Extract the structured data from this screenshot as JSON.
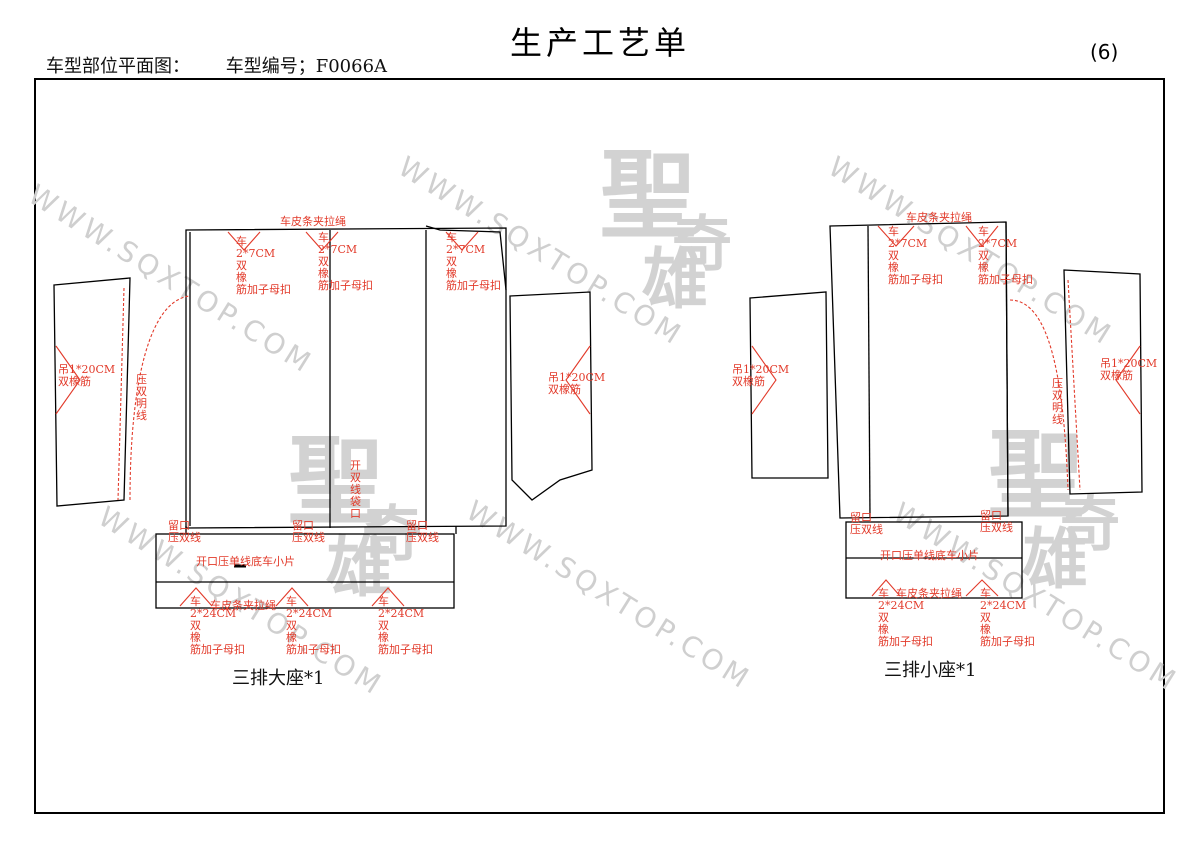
{
  "header": {
    "title": "生产工艺单",
    "plan_label": "车型部位平面图：",
    "model_label": "车型编号；F0066A",
    "page_number": "(6)"
  },
  "watermark": {
    "url": "WWW.SQXTOP.COM",
    "logo_char_1": "聖",
    "logo_char_2": "奇",
    "logo_char_3": "雄"
  },
  "left_diagram": {
    "caption": "三排大座*1",
    "notes": {
      "top_strip": "车皮条夹拉绳",
      "top_a": "车\n2*7CM\n双\n橡\n筋加子母扣",
      "top_b": "车\n2*7CM\n双\n橡\n筋加子母扣",
      "top_c": "车\n2*7CM\n双\n橡\n筋加子母扣",
      "left_wing": "吊1*20CM\n双橡筋",
      "left_curve": "压\n双\n明\n线",
      "right_wing": "吊1*20CM\n双橡筋",
      "center_slot": "开\n双\n线\n袋\n口",
      "bottom_left": "留口\n压双线",
      "bottom_mid": "留口\n压双线",
      "bottom_right": "留口\n压双线",
      "flap_text": "开口压单线底车小片",
      "flap_strip": "车皮条夹拉绳",
      "flap_a": "车\n2*24CM\n双\n橡\n筋加子母扣",
      "flap_b": "车\n2*24CM\n双\n橡\n筋加子母扣",
      "flap_c": "车\n2*24CM\n双\n橡\n筋加子母扣"
    }
  },
  "right_diagram": {
    "caption": "三排小座*1",
    "notes": {
      "top_strip": "车皮条夹拉绳",
      "top_a": "车\n2*7CM\n双\n橡\n筋加子母扣",
      "top_b": "车\n2*7CM\n双\n橡\n筋加子母扣",
      "left_wing": "吊1*20CM\n双橡筋",
      "right_curve": "压\n双\n明\n线",
      "right_wing": "吊1*20CM\n双橡筋",
      "bottom_left": "留口\n压双线",
      "bottom_right": "留口\n压双线",
      "flap_text": "开口压单线底车小片",
      "flap_strip": "车皮条夹拉绳",
      "flap_a": "车\n2*24CM\n双\n橡\n筋加子母扣",
      "flap_b": "车\n2*24CM\n双\n橡\n筋加子母扣"
    }
  },
  "colors": {
    "annotation": "#e23a2a",
    "outline": "#000000",
    "watermark": "#cfcfcf"
  }
}
